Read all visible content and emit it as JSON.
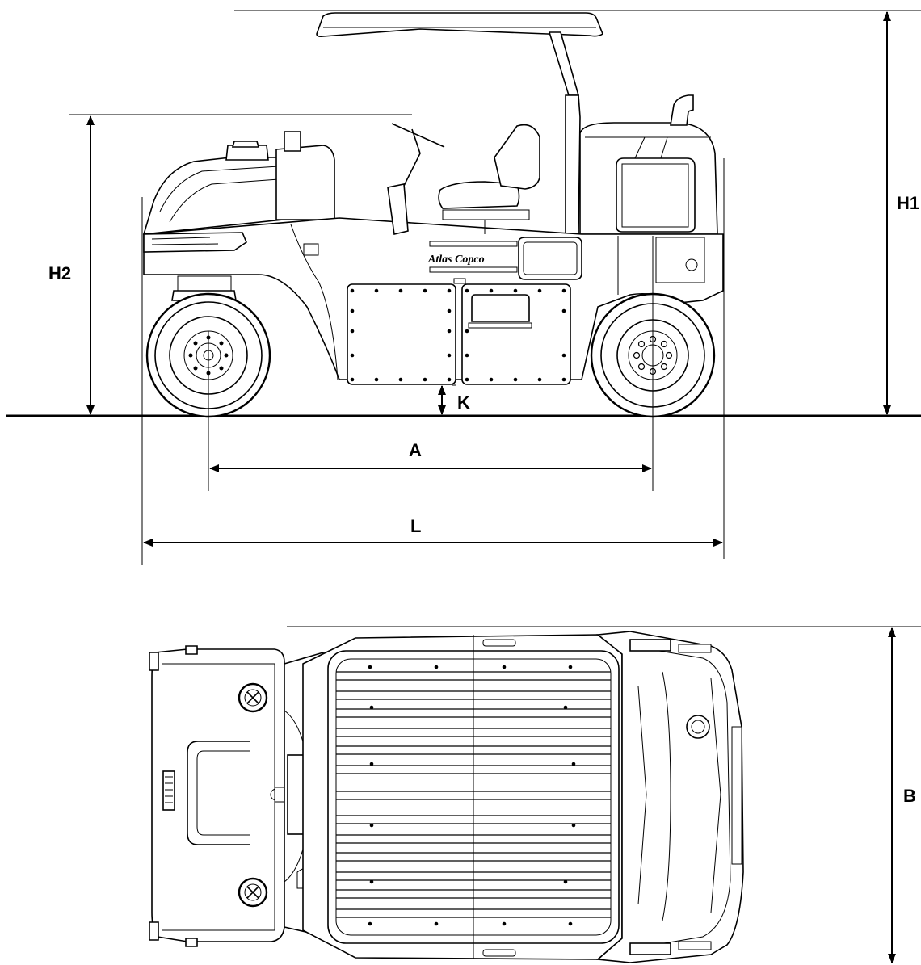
{
  "dimensions": {
    "h1": "H1",
    "h2": "H2",
    "a": "A",
    "l": "L",
    "k": "K",
    "b": "B"
  },
  "branding": {
    "logo_text": "Atlas Copco"
  },
  "colors": {
    "ink": "#000000",
    "background": "#ffffff"
  }
}
